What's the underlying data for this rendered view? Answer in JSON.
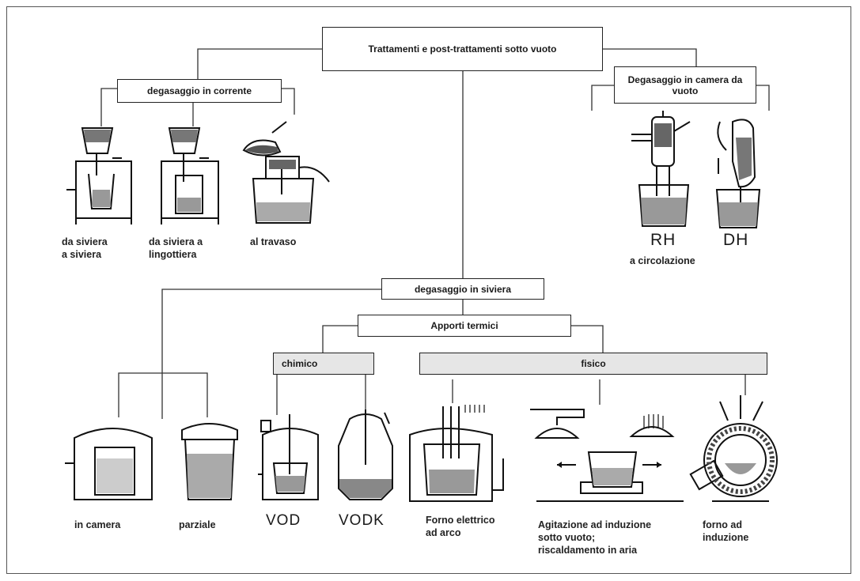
{
  "nodes": {
    "root": "Trattamenti e post-trattamenti sotto vuoto",
    "corrente": "degasaggio in corrente",
    "camera_vuoto": "Degasaggio in camera da vuoto",
    "siviera": "degasaggio in siviera",
    "apporti": "Apporti termici",
    "chimico": "chimico",
    "fisico": "fisico"
  },
  "labels": {
    "siviera_a_siviera": "da siviera\na siviera",
    "siviera_a_lingottiera": "da siviera a\nlingottiera",
    "travaso": "al travaso",
    "rh": "RH",
    "dh": "DH",
    "circolazione": "a circolazione",
    "in_camera": "in camera",
    "parziale": "parziale",
    "vod": "VOD",
    "vodk": "VODK",
    "forno_elettrico": "Forno elettrico\nad arco",
    "agitazione": "Agitazione ad induzione\nsotto vuoto;\nriscaldamento in aria",
    "forno_induzione": "forno ad\ninduzione"
  }
}
